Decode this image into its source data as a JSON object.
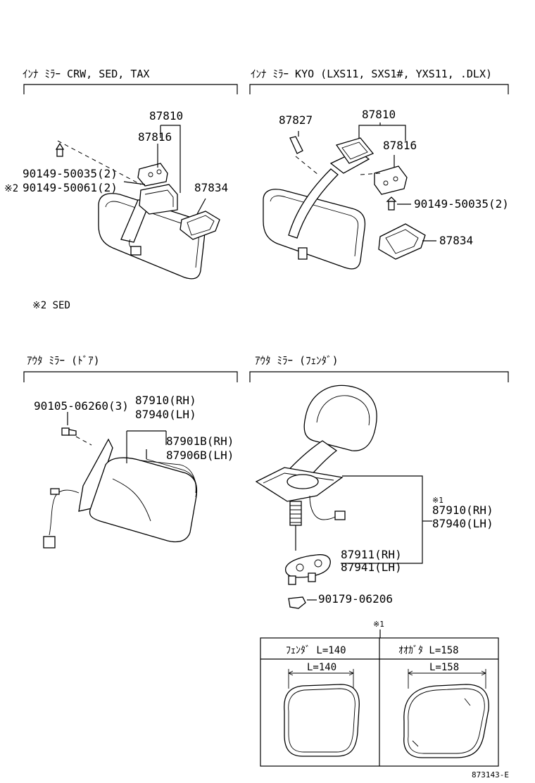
{
  "sections": {
    "inner_std": {
      "title": "ｲﾝﾅ ﾐﾗｰ    CRW, SED, TAX"
    },
    "inner_kyo": {
      "title": "ｲﾝﾅ ﾐﾗｰ  KYO (LXS11, SXS1#, YXS11, .DLX)"
    },
    "outer_door": {
      "title": "ｱｳﾀ ﾐﾗｰ  (ﾄﾞｱ)"
    },
    "outer_fender": {
      "title": "ｱｳﾀ ﾐﾗｰ  (ﾌｪﾝﾀﾞ)"
    }
  },
  "labels": {
    "a_87810": "87810",
    "a_87816": "87816",
    "a_90149_50035": "90149-50035(2)",
    "a_mark2": "※2",
    "a_90149_50061": "90149-50061(2)",
    "a_87834": "87834",
    "note_sed": "※2 SED",
    "b_87827": "87827",
    "b_87810": "87810",
    "b_87816": "87816",
    "b_90149_50035": "90149-50035(2)",
    "b_87834": "87834",
    "c_90105": "90105-06260(3)",
    "c_87910": "87910(RH)",
    "c_87940": "87940(LH)",
    "c_87901b": "87901B(RH)",
    "c_87906b": "87906B(LH)",
    "d_mark1": "※1",
    "d_87910": "87910(RH)",
    "d_87940": "87940(LH)",
    "d_87911": "87911(RH)",
    "d_87941": "87941(LH)",
    "d_90179": "90179-06206"
  },
  "table": {
    "mark": "※1",
    "col1_header": "ﾌｪﾝﾀﾞ  L=140",
    "col2_header": "ｵｵｶﾞﾀ  L=158",
    "col1_dim": "L=140",
    "col2_dim": "L=158"
  },
  "footer": {
    "code": "873143-E"
  }
}
